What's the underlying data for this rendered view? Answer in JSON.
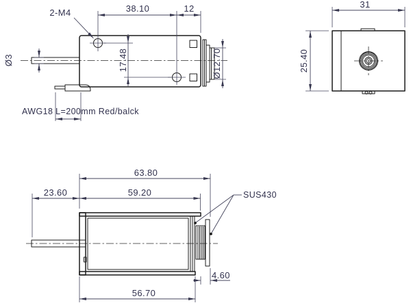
{
  "drawing": {
    "colors": {
      "background": "#ffffff",
      "object_line": "#1c1c1c",
      "dimension": "#32324e"
    },
    "side_view": {
      "hole_callout": "2-M4",
      "dim_hole_spacing_h": "38.10",
      "dim_edge_offset": "12",
      "dim_hole_spacing_v": "17.48",
      "dim_shaft_dia": "Ø3",
      "dim_cap_dia": "Ø12.70",
      "wire_note": "AWG18 L=200mm Red/balck"
    },
    "end_view": {
      "dim_width": "31",
      "dim_height": "25.40"
    },
    "section_view": {
      "dim_overall_length": "63.80",
      "dim_case_length": "59.20",
      "dim_shaft_length": "23.60",
      "dim_base_length": "56.70",
      "dim_cap_thickness": "4.60",
      "material_callout": "SUS430"
    }
  }
}
